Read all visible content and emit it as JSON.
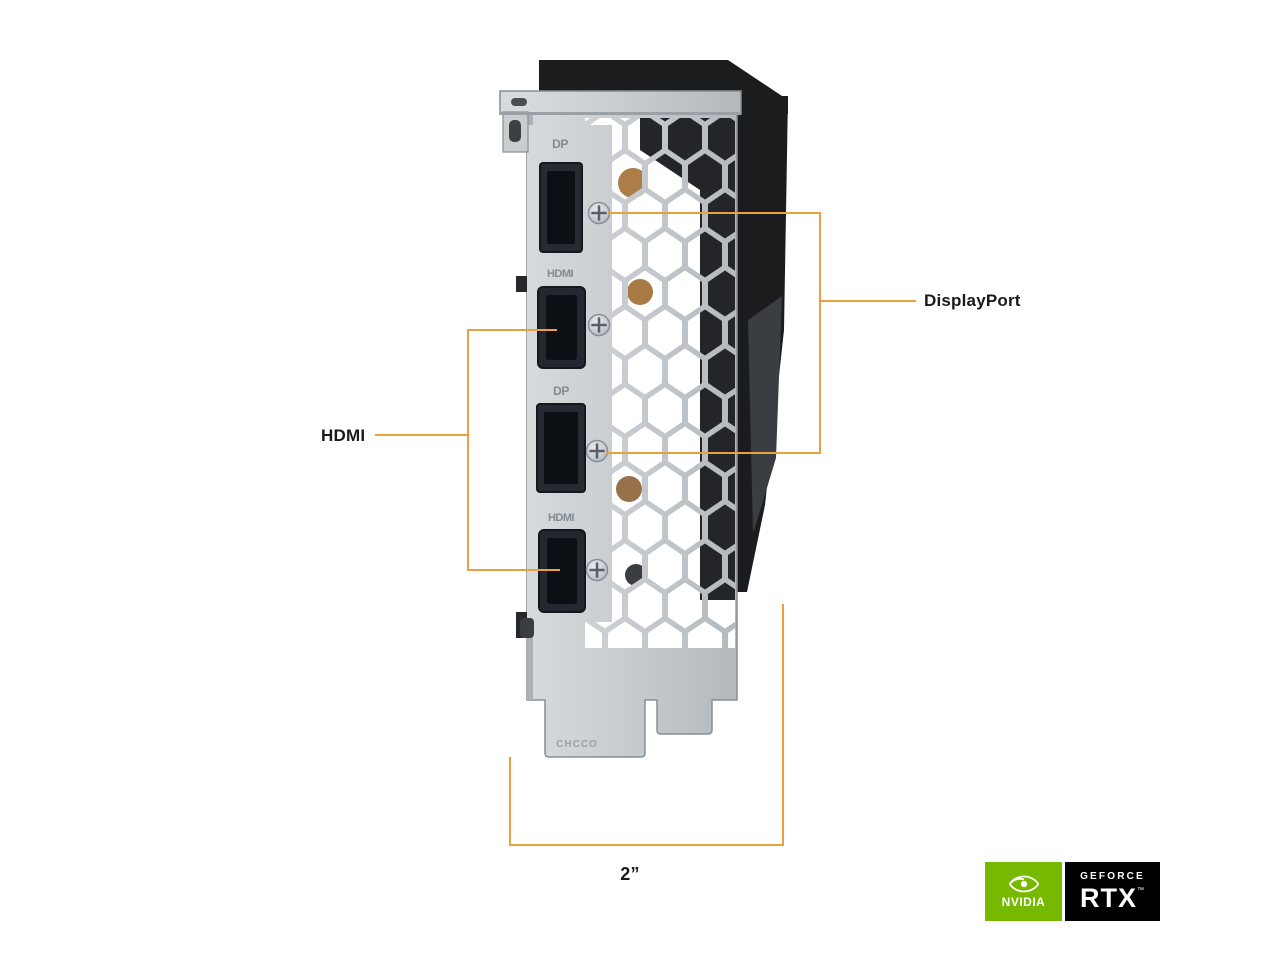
{
  "colors": {
    "callout": "#ED9E3E",
    "nvidia_green": "#76B900"
  },
  "callouts": {
    "displayport_label": "DisplayPort",
    "hdmi_label": "HDMI",
    "dimension_label": "2”"
  },
  "bracket": {
    "port_labels": [
      "DP",
      "HDMI",
      "DP",
      "HDMI"
    ],
    "marking": "CHCCO"
  },
  "badge": {
    "brand": "NVIDIA",
    "family": "GEFORCE",
    "model": "RTX",
    "trademark": "™"
  }
}
